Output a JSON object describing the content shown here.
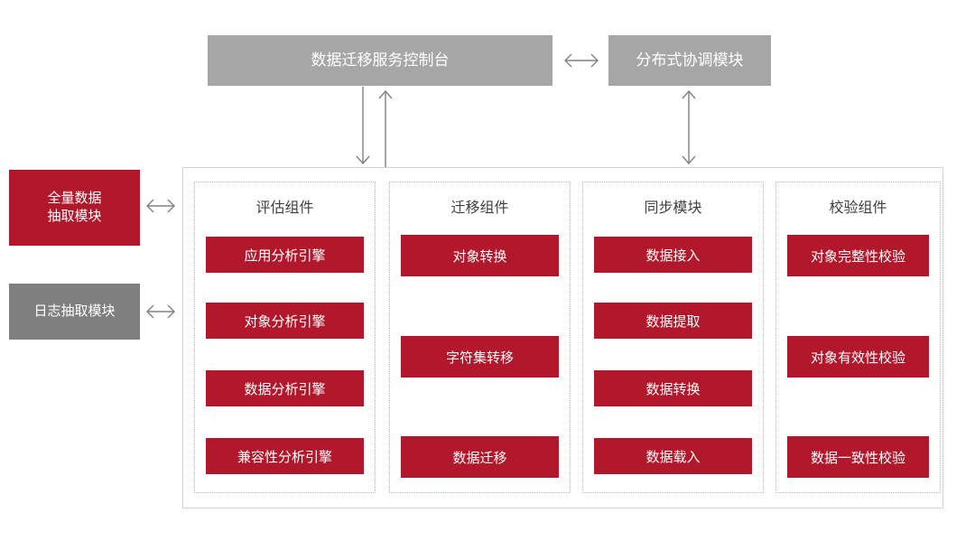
{
  "top": {
    "console_label": "数据迁移服务控制台",
    "coordinator_label": "分布式协调模块",
    "link_arrow": "⟷"
  },
  "left_modules": [
    {
      "label": "全量数据抽取模块",
      "line1": "全量数据",
      "line2": "抽取模块",
      "color": "#b2182b",
      "arrow": "⟷"
    },
    {
      "label": "日志抽取模块",
      "line1": "日志抽取模块",
      "line2": "",
      "color": "#7f7f7f",
      "arrow": "⟷"
    }
  ],
  "columns": [
    {
      "title": "评估组件",
      "items": [
        "应用分析引擎",
        "对象分析引擎",
        "数据分析引擎",
        "兼容性分析引擎"
      ]
    },
    {
      "title": "迁移组件",
      "items": [
        "对象转换",
        "字符集转移",
        "数据迁移"
      ]
    },
    {
      "title": "同步模块",
      "items": [
        "数据接入",
        "数据提取",
        "数据转换",
        "数据载入"
      ]
    },
    {
      "title": "校验组件",
      "items": [
        "对象完整性校验",
        "对象有效性校验",
        "数据一致性校验"
      ]
    }
  ],
  "colors": {
    "accent_red": "#b2182b",
    "gray_light": "#a6a6a6",
    "gray_dark": "#7f7f7f",
    "panel_border": "#d3d3d3",
    "column_border": "#b8b8b8",
    "arrow": "#808080",
    "text_dark": "#3f3f3f",
    "text_light": "#ffffff"
  }
}
